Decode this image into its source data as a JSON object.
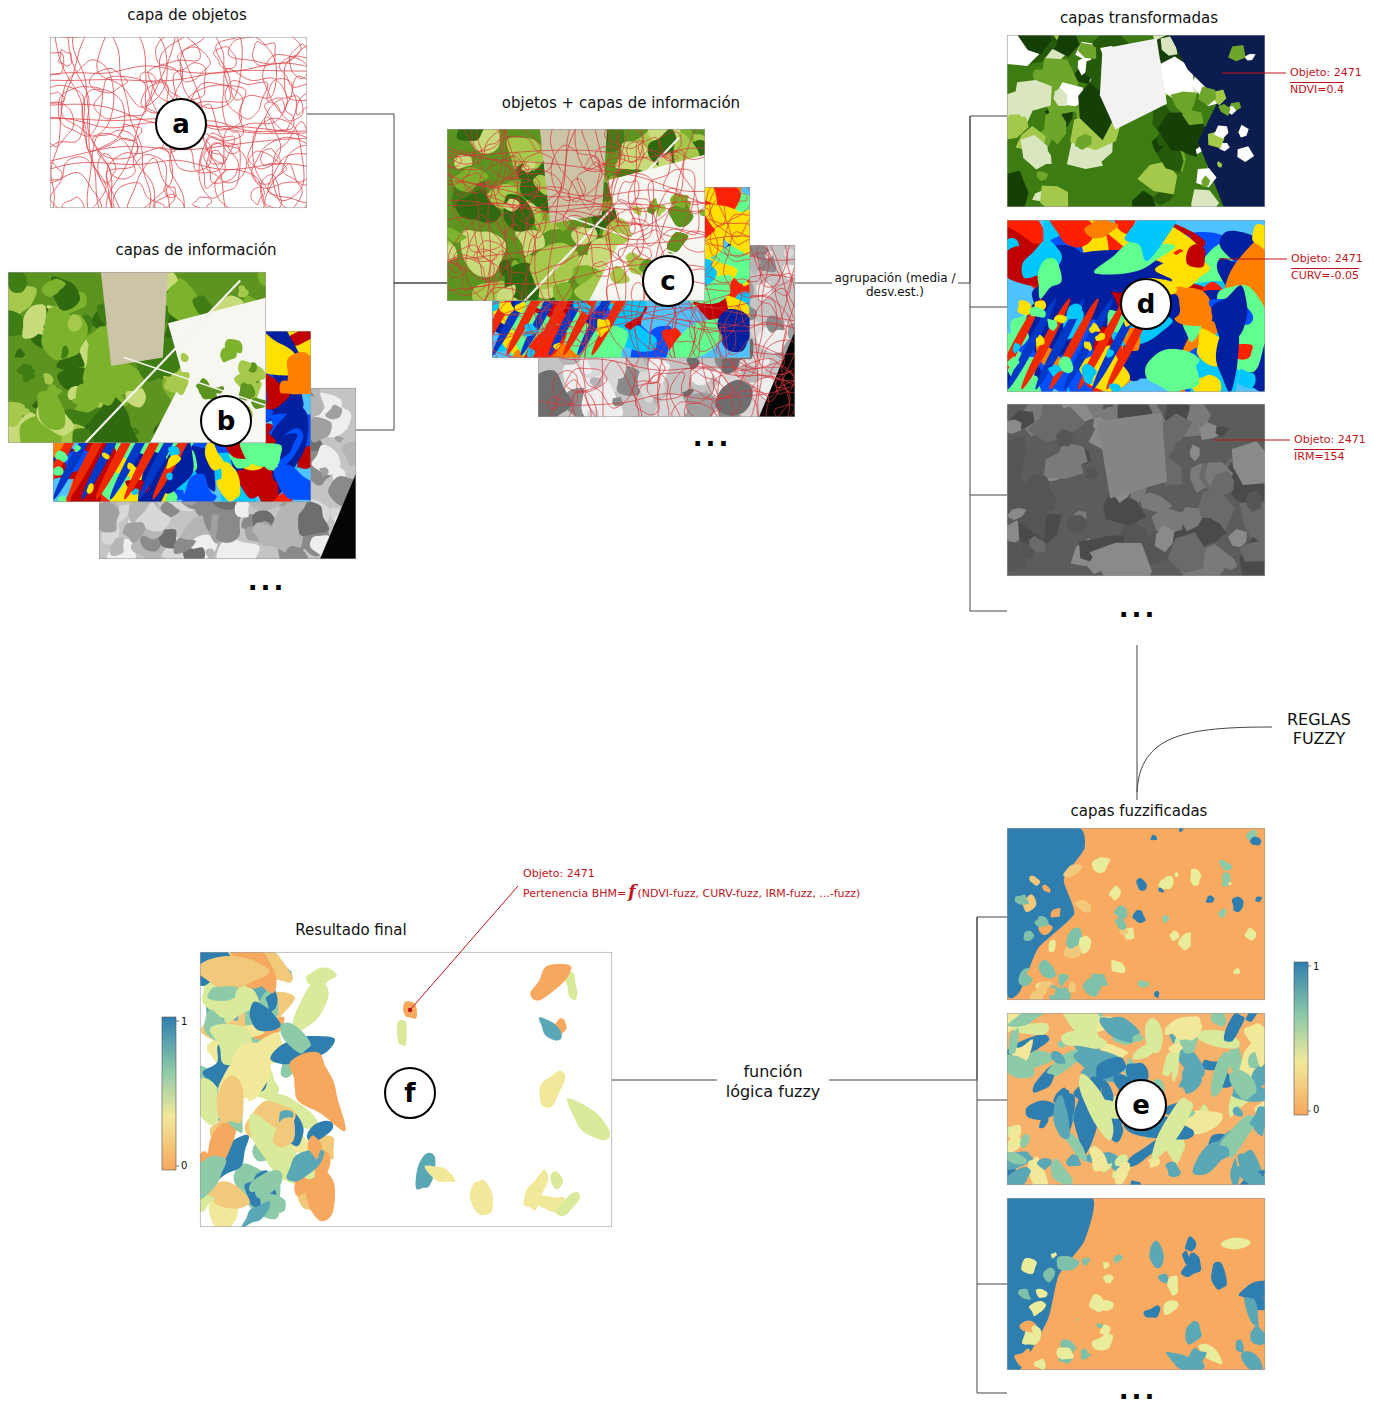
{
  "diagram": {
    "nodes": [
      {
        "text": [
          "capa de objetos"
        ]
      },
      {
        "text": [
          "a"
        ],
        "in": 0
      },
      {
        "text": [
          "capas de información"
        ]
      },
      {
        "text": [
          "b"
        ],
        "in": 2
      },
      {
        "text": [
          "objetos + capas de información"
        ]
      },
      {
        "text": [
          "c"
        ],
        "in": 4
      },
      {
        "text": [
          "capas transformadas"
        ]
      },
      {
        "text": [
          "d"
        ],
        "in": 6
      },
      {
        "text": [
          "capas fuzzificadas"
        ]
      },
      {
        "text": [
          "e"
        ],
        "in": 8
      },
      {
        "text": [
          "Resultado final"
        ]
      },
      {
        "text": [
          "f"
        ],
        "in": 10
      }
    ],
    "edges": [
      {
        "from": 0,
        "to": 4,
        "arrow": "none"
      },
      {
        "from": 2,
        "to": 4,
        "arrow": "none"
      },
      {
        "from": 4,
        "to": 6,
        "label": "agrupación (media / desv.est.)",
        "arrow": "none"
      },
      {
        "from": 6,
        "to": 8,
        "arrow": "none"
      },
      {
        "from": 8,
        "to": 10,
        "label": "función lógica fuzzy",
        "arrow": "none"
      }
    ],
    "labels": [
      "...",
      "...",
      "Objeto: 2471",
      "NDVI=0.4",
      "Objeto: 2471",
      "CURV=-0.05",
      "Objeto: 2471",
      "IRM=154",
      "...",
      "REGLAS FUZZY",
      "1",
      "0",
      "...",
      "Objeto: 2471",
      "Pertenencia BHM=",
      "f",
      "(NDVI-fuzz, CURV-fuzz, IRM-fuzz, ...-fuzz)",
      "1",
      "0"
    ]
  }
}
